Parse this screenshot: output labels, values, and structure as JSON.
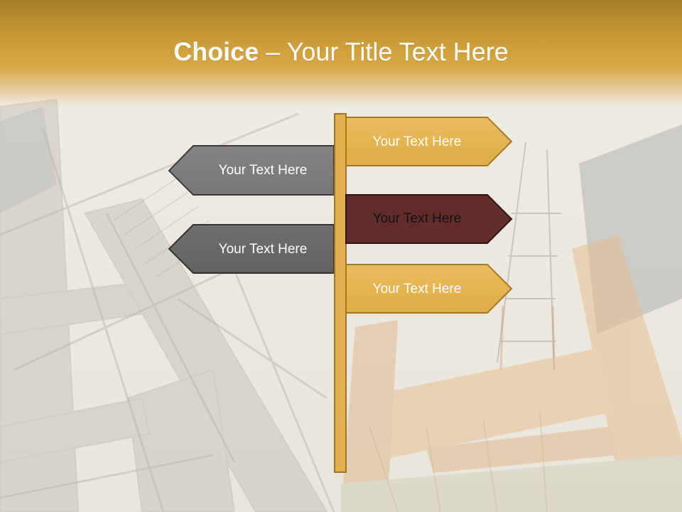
{
  "title": {
    "bold": "Choice",
    "rest": " – Your Title Text Here"
  },
  "signs": {
    "left_top": "Your Text Here",
    "left_bottom": "Your Text Here",
    "right_top": "Your Text Here",
    "right_middle": "Your Text Here",
    "right_bottom": "Your Text Here"
  },
  "colors": {
    "header_gold": "#c99a33",
    "sign_gold": "#e5b552",
    "sign_gold_border": "#a57a27",
    "sign_gray_top": "#808080",
    "sign_gray_bottom": "#6a6a6a",
    "sign_maroon": "#632c2c",
    "post": "#e3b04c"
  }
}
